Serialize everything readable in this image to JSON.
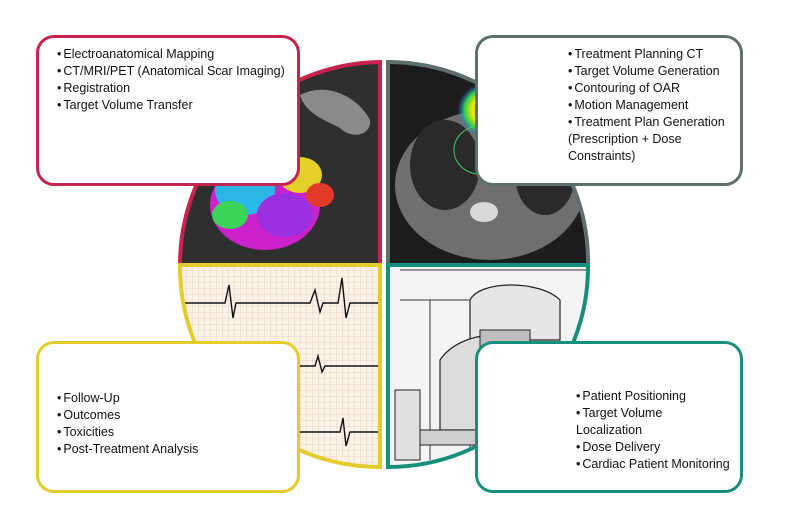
{
  "quadrants": {
    "top_left": {
      "border_color": "#c8234f",
      "items": [
        "Electroanatomical Mapping",
        "CT/MRI/PET (Anatomical Scar Imaging)",
        "Registration",
        "Target Volume Transfer"
      ]
    },
    "top_right": {
      "border_color": "#5e6f6e",
      "items": [
        "Treatment Planning CT",
        "Target Volume Generation",
        "Contouring of OAR",
        "Motion Management",
        "Treatment Plan Generation (Prescription + Dose Constraints)"
      ]
    },
    "bottom_left": {
      "border_color": "#e4cc2a",
      "items": [
        "Follow-Up",
        "Outcomes",
        "Toxicities",
        "Post-Treatment Analysis"
      ]
    },
    "bottom_right": {
      "border_color": "#16907d",
      "items": [
        "Patient Positioning",
        "Target Volume Localization",
        "Dose Delivery",
        "Cardiac Patient Monitoring"
      ]
    }
  },
  "images": {
    "top_left": "electroanatomical-map-image",
    "top_right": "ct-dose-plan-image",
    "bottom_left": "ecg-strip-image",
    "bottom_right": "radiotherapy-linac-image"
  }
}
